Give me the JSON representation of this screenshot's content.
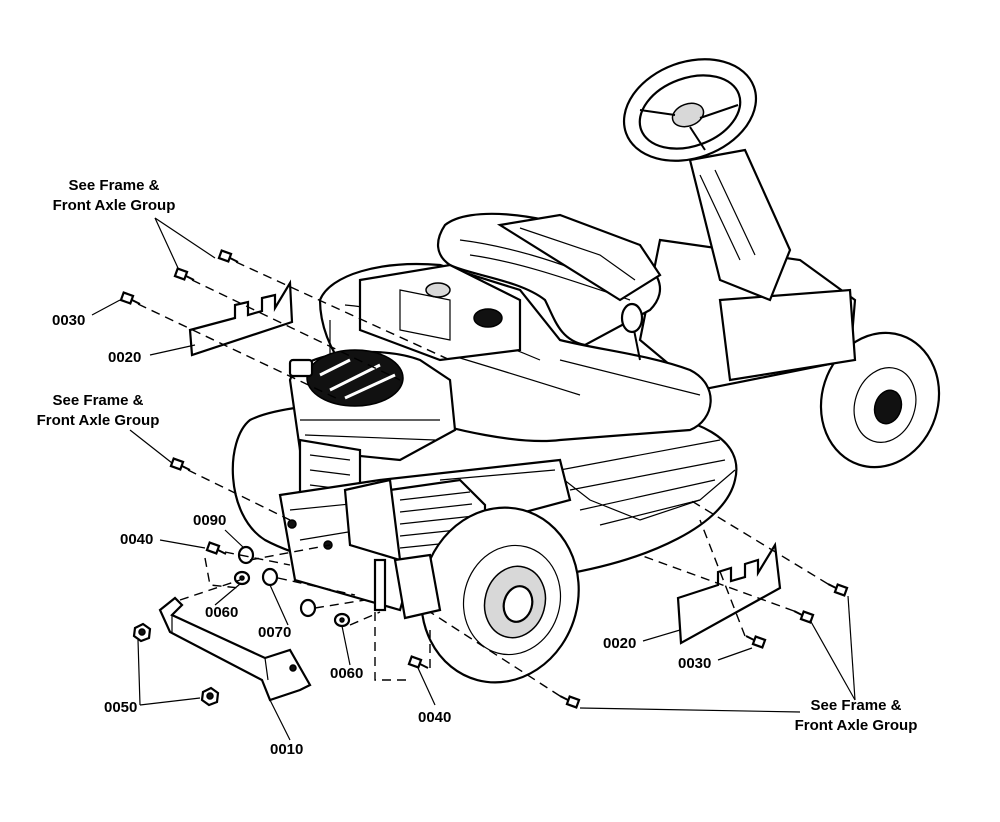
{
  "labels": {
    "see_frame_top_1": "See Frame &",
    "see_frame_top_2": "Front Axle Group",
    "see_frame_mid_1": "See Frame &",
    "see_frame_mid_2": "Front Axle Group",
    "see_frame_bot_1": "See Frame &",
    "see_frame_bot_2": "Front Axle Group",
    "p0030_left": "0030",
    "p0020_left": "0020",
    "p0040_left": "0040",
    "p0090": "0090",
    "p0060_left": "0060",
    "p0070": "0070",
    "p0060_right": "0060",
    "p0050": "0050",
    "p0010": "0010",
    "p0040_bottom": "0040",
    "p0020_right": "0020",
    "p0030_right": "0030"
  }
}
